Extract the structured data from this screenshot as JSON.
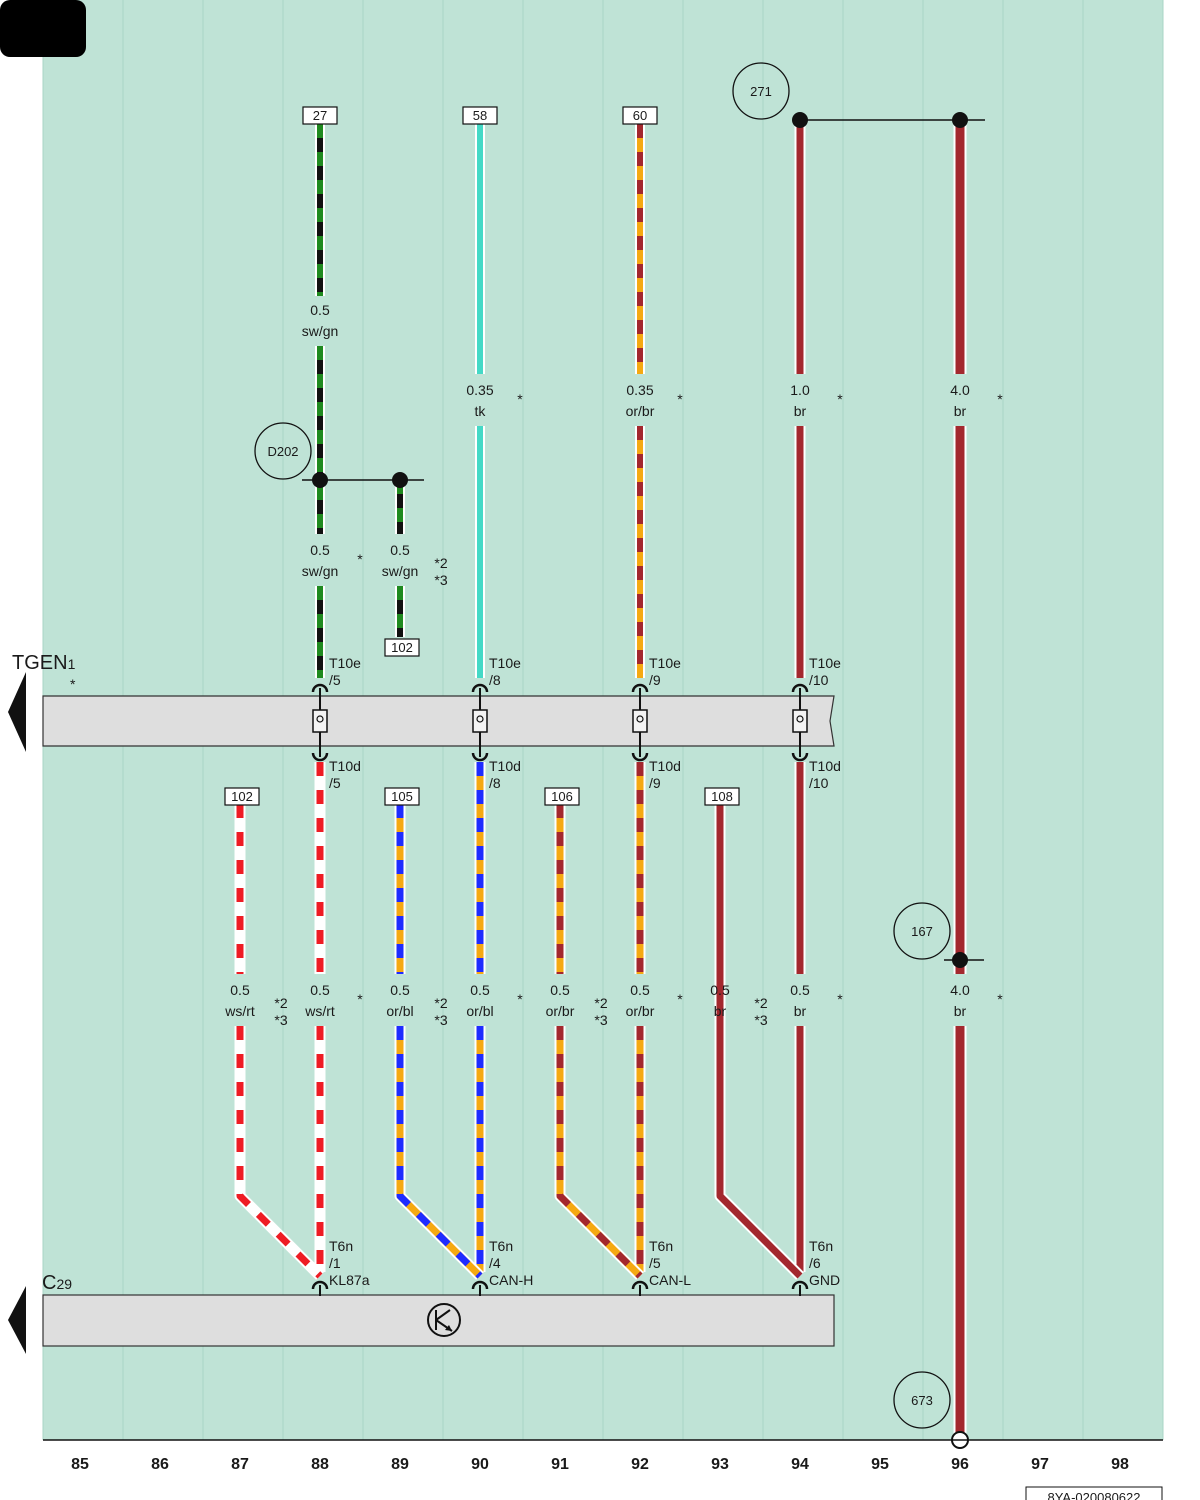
{
  "colors": {
    "background": "#bfe3d6",
    "bar": "#dedede",
    "black": "#111111",
    "green": "#1f8a1f",
    "turquoise": "#44d9c6",
    "orange": "#f5a912",
    "brown": "#a3282e",
    "red": "#ee1c24",
    "white": "#ffffff",
    "blue": "#1f2cff"
  },
  "header_tab": "",
  "columns": [
    "85",
    "86",
    "87",
    "88",
    "89",
    "90",
    "91",
    "92",
    "93",
    "94",
    "95",
    "96",
    "97",
    "98"
  ],
  "footer_code": "8YA-020080622",
  "components": {
    "tgen": {
      "name": "TGEN",
      "sub": "1",
      "star": "*"
    },
    "c29": {
      "name": "C",
      "sub": "29"
    }
  },
  "connectors_top": [
    {
      "pin": "T10e",
      "num": "/5"
    },
    {
      "pin": "T10e",
      "num": "/8"
    },
    {
      "pin": "T10e",
      "num": "/9"
    },
    {
      "pin": "T10e",
      "num": "/10"
    }
  ],
  "connectors_mid": [
    {
      "pin": "T10d",
      "num": "/5"
    },
    {
      "pin": "T10d",
      "num": "/8"
    },
    {
      "pin": "T10d",
      "num": "/9"
    },
    {
      "pin": "T10d",
      "num": "/10"
    }
  ],
  "connectors_bottom": [
    {
      "pin": "T6n",
      "num": "/1",
      "signal": "KL87a"
    },
    {
      "pin": "T6n",
      "num": "/4",
      "signal": "CAN-H"
    },
    {
      "pin": "T6n",
      "num": "/5",
      "signal": "CAN-L"
    },
    {
      "pin": "T6n",
      "num": "/6",
      "signal": "GND"
    }
  ],
  "circles": [
    "271",
    "D202",
    "167",
    "673"
  ],
  "ref_boxes": [
    "27",
    "58",
    "60",
    "102",
    "102",
    "105",
    "106",
    "108"
  ],
  "wire_labels": [
    {
      "size": "0.5",
      "color": "sw/gn",
      "note": ""
    },
    {
      "size": "0.35",
      "color": "tk",
      "note": "*"
    },
    {
      "size": "0.35",
      "color": "or/br",
      "note": "*"
    },
    {
      "size": "1.0",
      "color": "br",
      "note": "*"
    },
    {
      "size": "4.0",
      "color": "br",
      "note": "*"
    },
    {
      "size": "0.5",
      "color": "sw/gn",
      "note": "*"
    },
    {
      "size": "0.5",
      "color": "sw/gn",
      "note": "*2\n*3"
    },
    {
      "size": "0.5",
      "color": "ws/rt",
      "note": "*2\n*3"
    },
    {
      "size": "0.5",
      "color": "ws/rt",
      "note": "*"
    },
    {
      "size": "0.5",
      "color": "or/bl",
      "note": "*2\n*3"
    },
    {
      "size": "0.5",
      "color": "or/bl",
      "note": "*"
    },
    {
      "size": "0.5",
      "color": "or/br",
      "note": "*2\n*3"
    },
    {
      "size": "0.5",
      "color": "or/br",
      "note": "*"
    },
    {
      "size": "0.5",
      "color": "br",
      "note": "*2\n*3"
    },
    {
      "size": "0.5",
      "color": "br",
      "note": "*"
    },
    {
      "size": "4.0",
      "color": "br",
      "note": "*"
    }
  ]
}
